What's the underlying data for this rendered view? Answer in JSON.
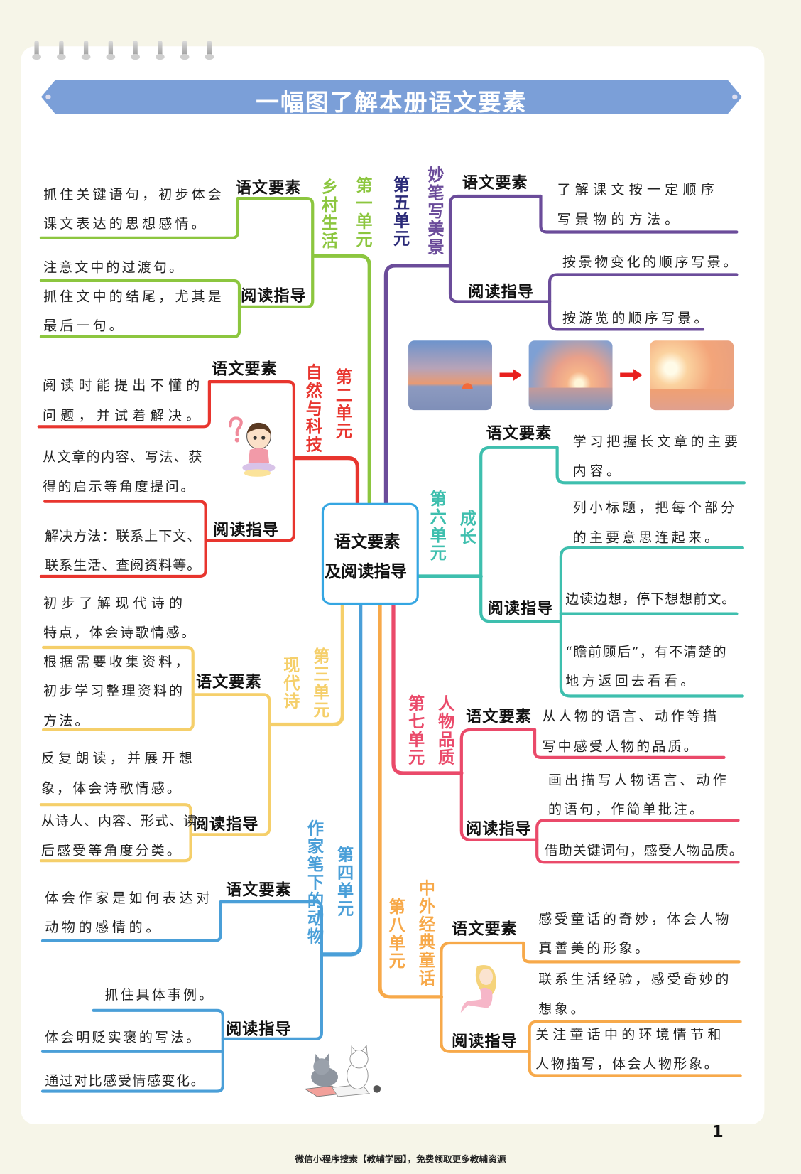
{
  "title": "一幅图了解本册语文要素",
  "center": {
    "line1": "语文要素",
    "line2": "及阅读指导",
    "color": "#35a6e2"
  },
  "units": [
    {
      "number": "第一单元",
      "theme": "乡村生活",
      "color": "#8cc63f",
      "elements": {
        "label": "语文要素",
        "lines": [
          "抓住关键语句，初步体会",
          "课文表达的思想感情。"
        ]
      },
      "reading": {
        "label": "阅读指导",
        "lines": [
          "注意文中的过渡句。",
          "抓住文中的结尾，尤其是",
          "最后一句。"
        ]
      }
    },
    {
      "number": "第二单元",
      "theme": "自然与科技",
      "color": "#e8352e",
      "elements": {
        "label": "语文要素",
        "lines": [
          "阅读时能提出不懂的",
          "问题，并试着解决。"
        ]
      },
      "reading": {
        "label": "阅读指导",
        "lines": [
          "从文章的内容、写法、获",
          "得的启示等角度提问。",
          "解决方法：联系上下文、",
          "联系生活、查阅资料等。"
        ]
      }
    },
    {
      "number": "第三单元",
      "theme": "现代诗",
      "color": "#f5cf6a",
      "elements": {
        "label": "语文要素",
        "lines": [
          "初步了解现代诗的",
          "特点，体会诗歌情感。",
          "根据需要收集资料，",
          "初步学习整理资料的",
          "方法。"
        ]
      },
      "reading": {
        "label": "阅读指导",
        "lines": [
          "反复朗读，并展开想",
          "象，体会诗歌情感。",
          "从诗人、内容、形式、读",
          "后感受等角度分类。"
        ]
      }
    },
    {
      "number": "第四单元",
      "theme": "作家笔下的动物",
      "color": "#4a9fd8",
      "elements": {
        "label": "语文要素",
        "lines": [
          "体会作家是如何表达对",
          "动物的感情的。"
        ]
      },
      "reading": {
        "label": "阅读指导",
        "lines": [
          "抓住具体事例。",
          "体会明贬实褒的写法。",
          "通过对比感受情感变化。"
        ]
      }
    },
    {
      "number": "第五单元",
      "theme": "妙笔写美景",
      "color": "#6b4c9a",
      "elements": {
        "label": "语文要素",
        "lines": [
          "了解课文按一定顺序",
          "写景物的方法。"
        ]
      },
      "reading": {
        "label": "阅读指导",
        "lines": [
          "按景物变化的顺序写景。",
          "按游览的顺序写景。"
        ]
      }
    },
    {
      "number": "第六单元",
      "theme": "成长",
      "color": "#3ebfae",
      "elements": {
        "label": "语文要素",
        "lines": [
          "学习把握长文章的主要",
          "内容。"
        ]
      },
      "reading": {
        "label": "阅读指导",
        "lines": [
          "列小标题，把每个部分",
          "的主要意思连起来。",
          "边读边想，停下想想前文。",
          "“瞻前顾后”，有不清楚的",
          "地方返回去看看。"
        ]
      }
    },
    {
      "number": "第七单元",
      "theme": "人物品质",
      "color": "#ea4a6a",
      "elements": {
        "label": "语文要素",
        "lines": [
          "从人物的语言、动作等描",
          "写中感受人物的品质。"
        ]
      },
      "reading": {
        "label": "阅读指导",
        "lines": [
          "画出描写人物语言、动作",
          "的语句，作简单批注。",
          "借助关键词句，感受人物品质。"
        ]
      }
    },
    {
      "number": "第八单元",
      "theme": "中外经典童话",
      "color": "#f7a94a",
      "elements": {
        "label": "语文要素",
        "lines": [
          "感受童话的奇妙，体会人物",
          "真善美的形象。"
        ]
      },
      "reading": {
        "label": "阅读指导",
        "lines": [
          "联系生活经验，感受奇妙的",
          "想象。",
          "关注童话中的环境情节和",
          "人物描写，体会人物形象。"
        ]
      }
    }
  ],
  "unit5_number_color": "#2b2a78",
  "arrow_color": "#e8201e",
  "page_number": "1",
  "footer": "微信小程序搜索【教辅学园】，免费领取更多教辅资源"
}
